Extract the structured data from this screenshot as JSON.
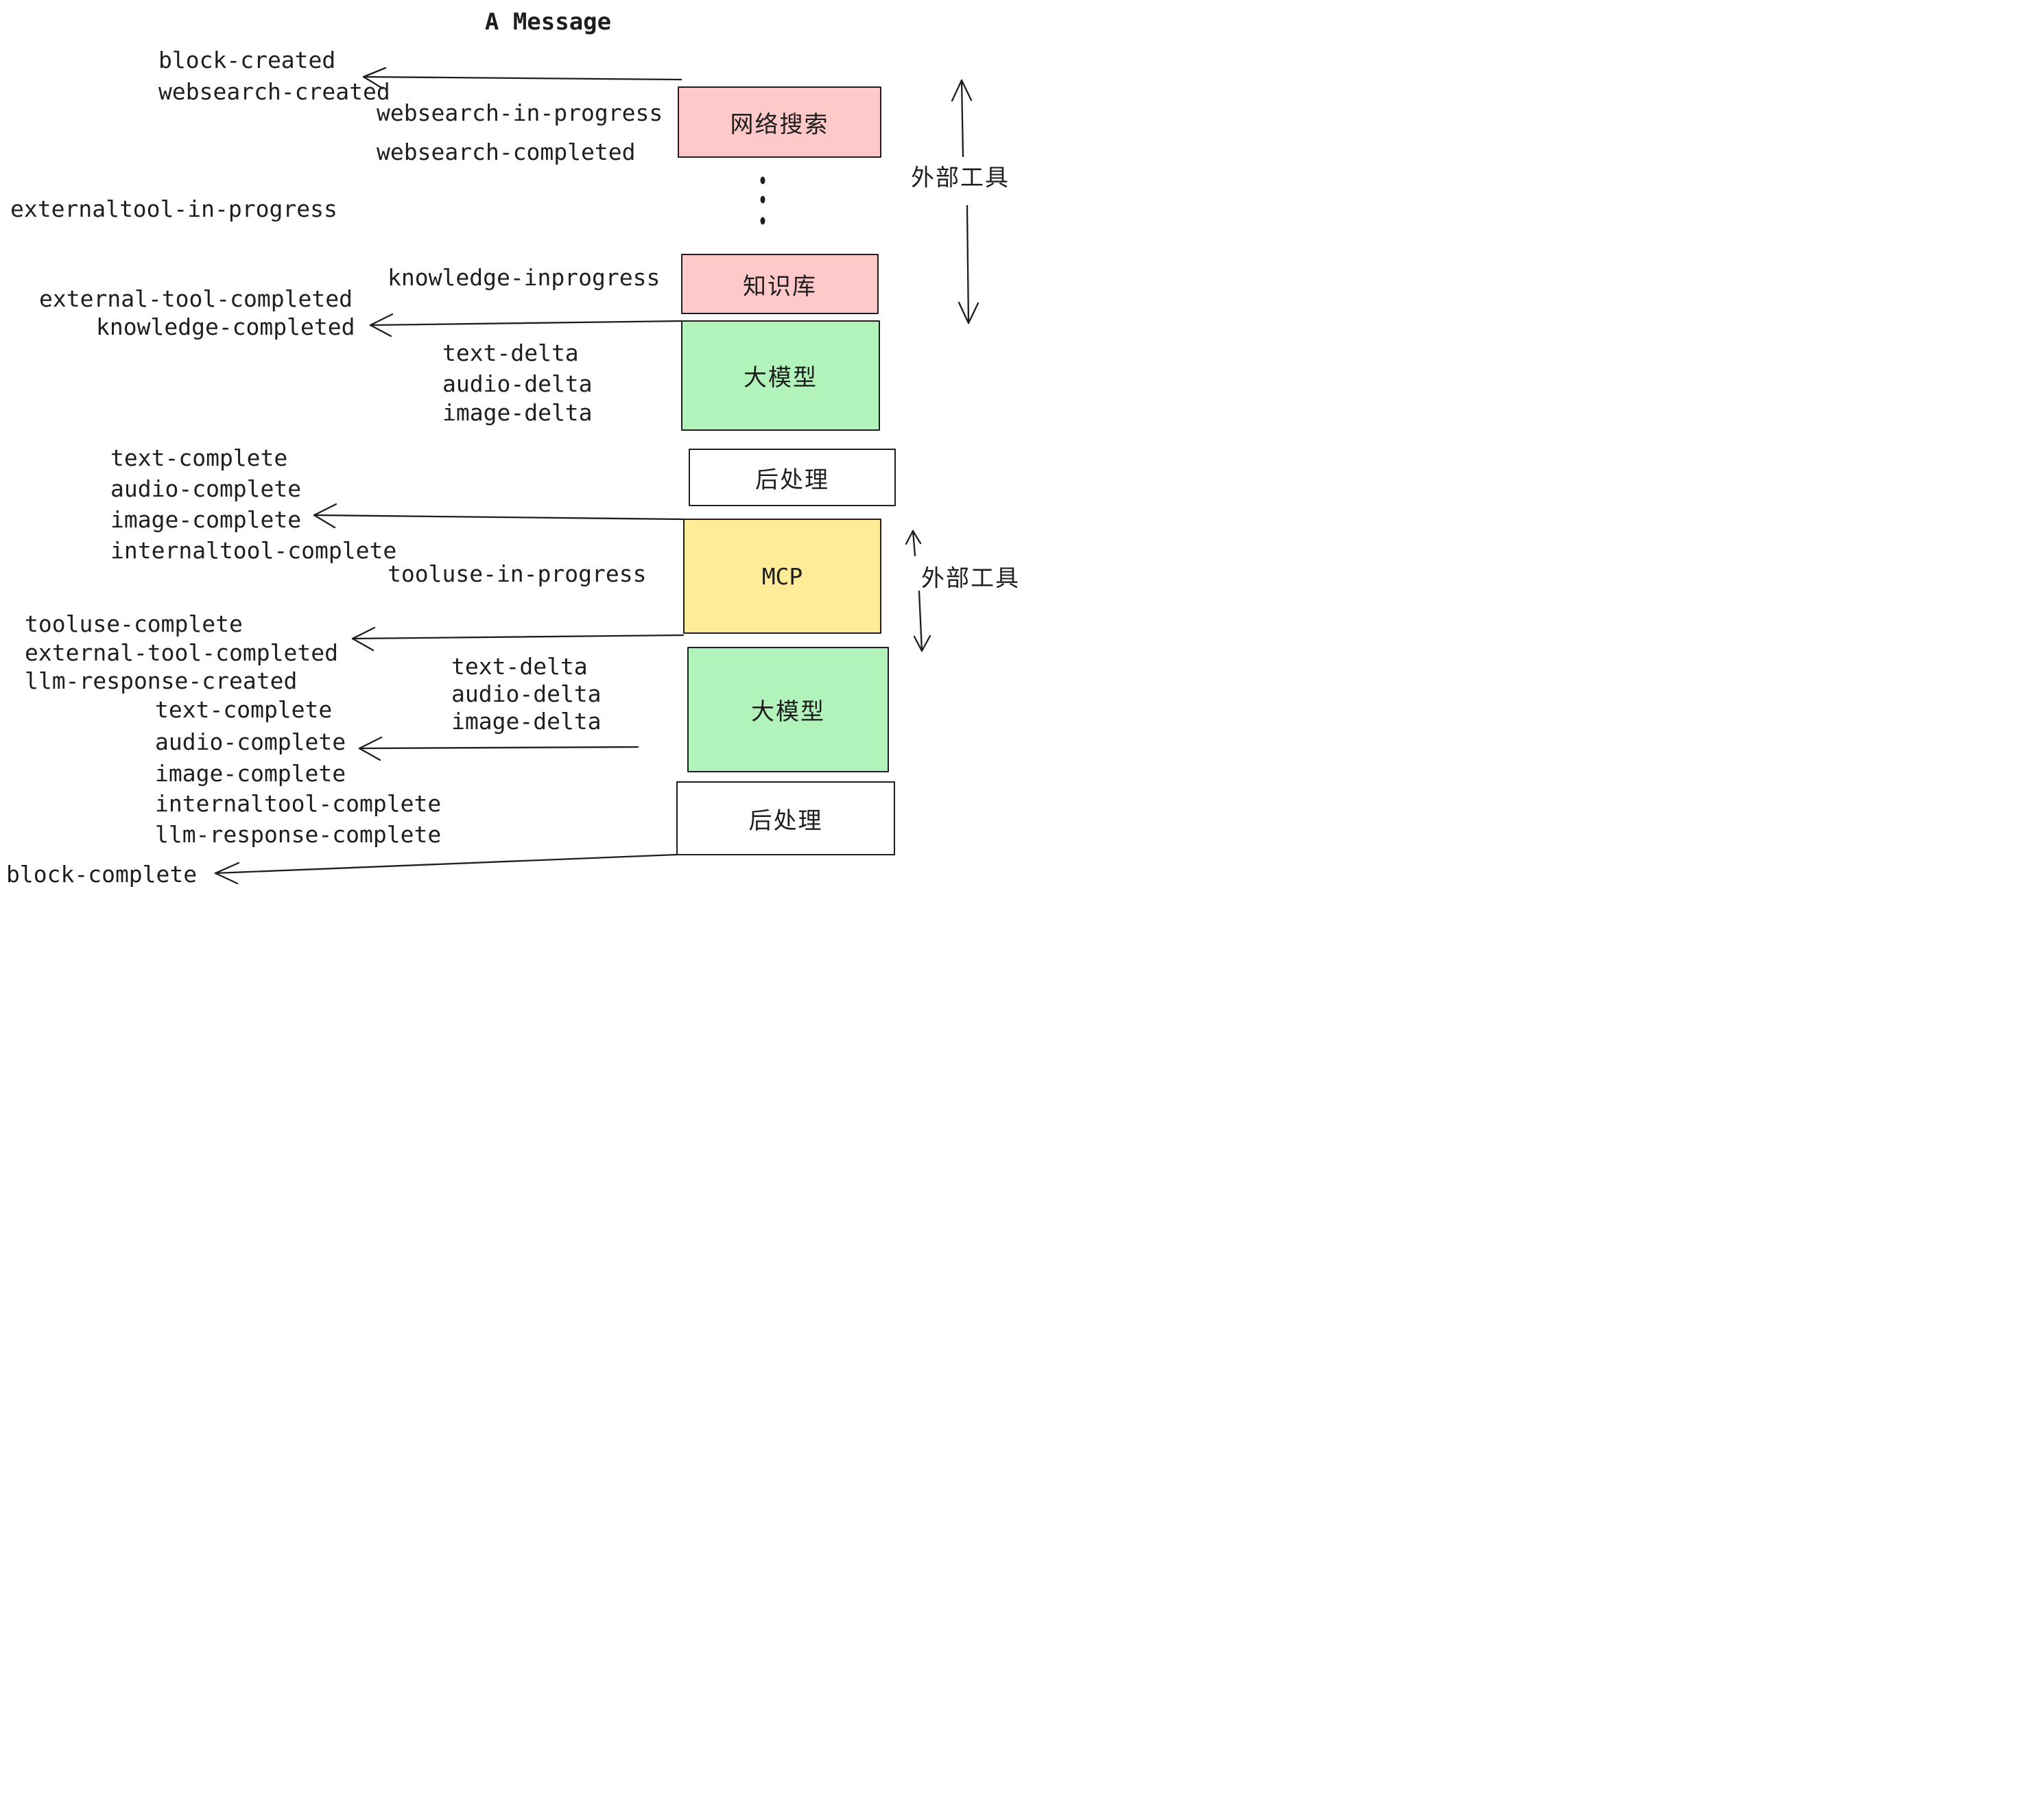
{
  "title": "A Message",
  "colors": {
    "pink": "#ffc9c9",
    "green": "#b2f2bb",
    "yellow": "#ffec99",
    "white": "#ffffff",
    "ink": "#1e1e1e"
  },
  "boxes": {
    "websearch": "网络搜索",
    "knowledge": "知识库",
    "llm": "大模型",
    "post": "后处理",
    "mcp": "MCP"
  },
  "annotations": {
    "external_tools": "外部工具"
  },
  "events": {
    "block_created": "block-created",
    "websearch_created": "websearch-created",
    "websearch_in_progress": "websearch-in-progress",
    "websearch_completed": "websearch-completed",
    "externaltool_in_progress": "externaltool-in-progress",
    "knowledge_inprogress": "knowledge-inprogress",
    "external_tool_completed_1": "external-tool-completed",
    "knowledge_completed": "knowledge-completed",
    "text_delta_1": "text-delta",
    "audio_delta_1": "audio-delta",
    "image_delta_1": "image-delta",
    "text_complete_1": "text-complete",
    "audio_complete_1": "audio-complete",
    "image_complete_1": "image-complete",
    "internaltool_complete_1": "internaltool-complete",
    "tooluse_in_progress": "tooluse-in-progress",
    "tooluse_complete": "tooluse-complete",
    "external_tool_completed_2": "external-tool-completed",
    "llm_response_created": "llm-response-created",
    "text_delta_2": "text-delta",
    "audio_delta_2": "audio-delta",
    "image_delta_2": "image-delta",
    "text_complete_2": "text-complete",
    "audio_complete_2": "audio-complete",
    "image_complete_2": "image-complete",
    "internaltool_complete_2": "internaltool-complete",
    "llm_response_complete": "llm-response-complete",
    "block_complete": "block-complete"
  }
}
